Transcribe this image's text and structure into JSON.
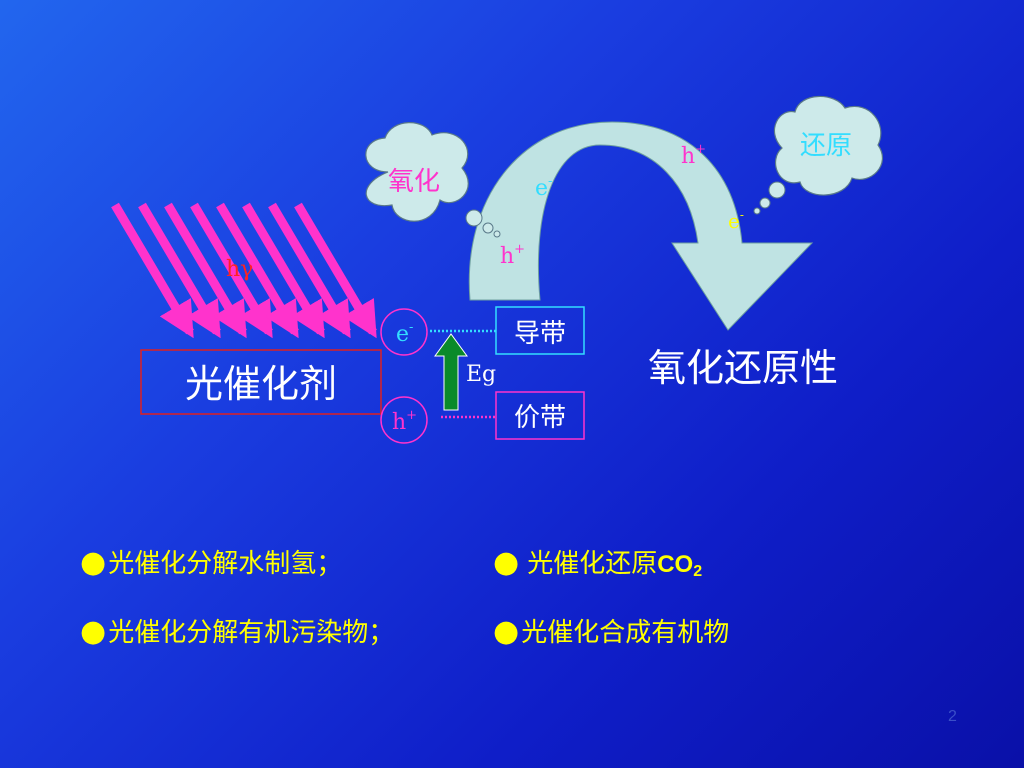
{
  "diagram": {
    "light_label": "hγ",
    "catalyst": "光催化剂",
    "electron": {
      "base": "e",
      "sup": "-"
    },
    "hole": {
      "base": "h",
      "sup": "+"
    },
    "conduction_band": "导带",
    "valence_band": "价带",
    "band_gap": "Eg",
    "oxidation": "氧化",
    "reduction": "还原",
    "redox_property": "氧化还原性"
  },
  "applications": {
    "item1": "光催化分解水制氢；",
    "item2": "光催化还原",
    "item2_formula_base": "CO",
    "item2_formula_sub": "2",
    "item3": "光催化分解有机污染物；",
    "item4": "光催化合成有机物",
    "bullet": "●"
  },
  "page_number": "2",
  "colors": {
    "magenta": "#ff33cc",
    "cyan": "#33ddff",
    "yellow": "#ffff00",
    "cloud": "#cdeaea",
    "green_arrow": "#0a8a2a"
  }
}
